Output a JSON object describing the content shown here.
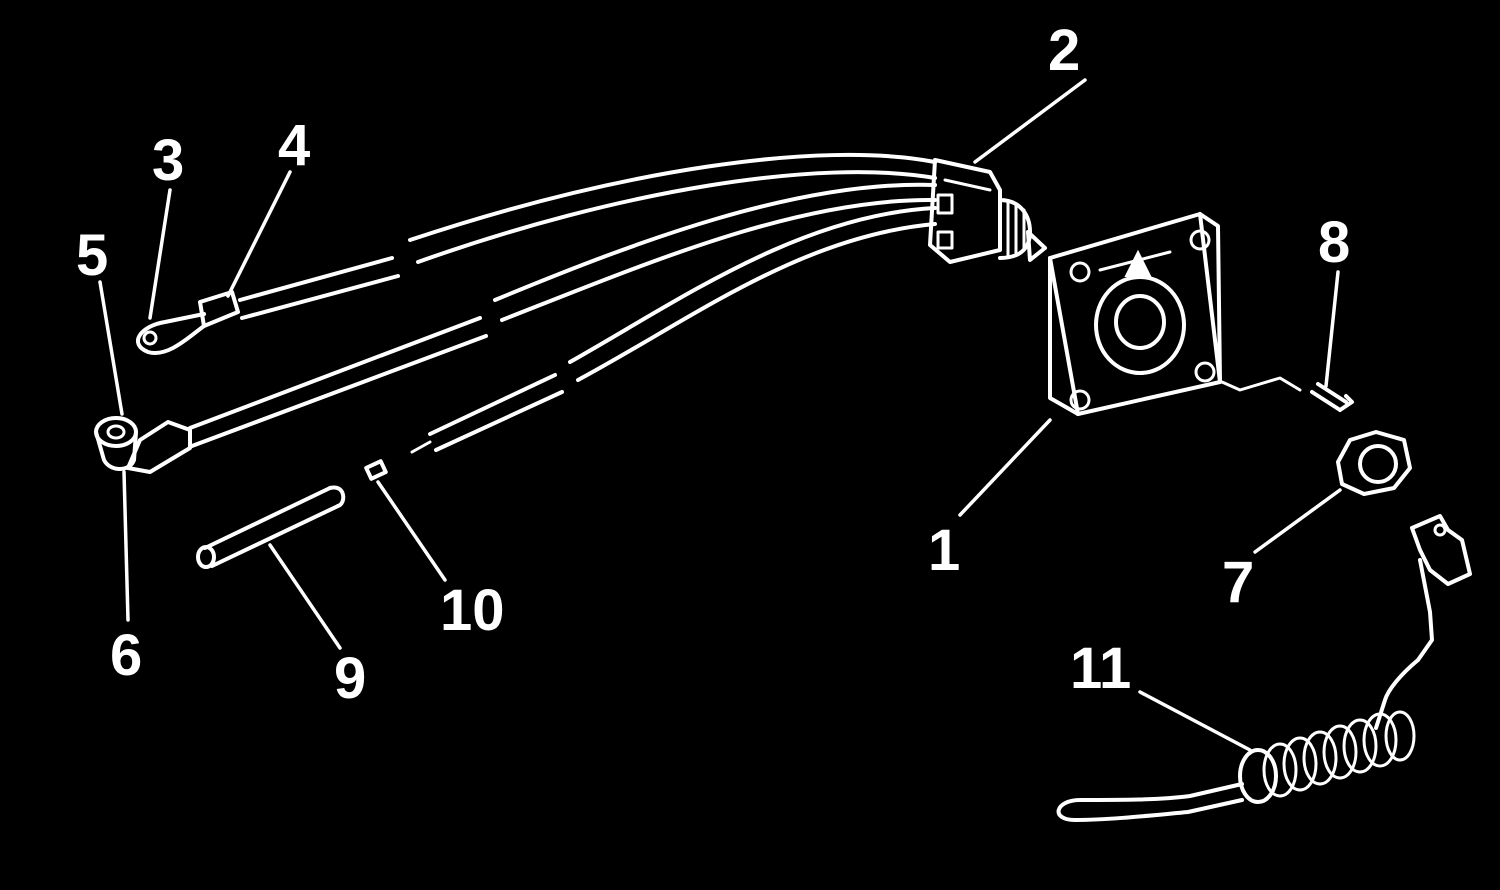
{
  "colors": {
    "background": "#000000",
    "ink": "#ffffff"
  },
  "callouts": {
    "c1": "1",
    "c2": "2",
    "c3": "3",
    "c4": "4",
    "c5": "5",
    "c6": "6",
    "c7": "7",
    "c8": "8",
    "c9": "9",
    "c10": "10",
    "c11": "11"
  }
}
